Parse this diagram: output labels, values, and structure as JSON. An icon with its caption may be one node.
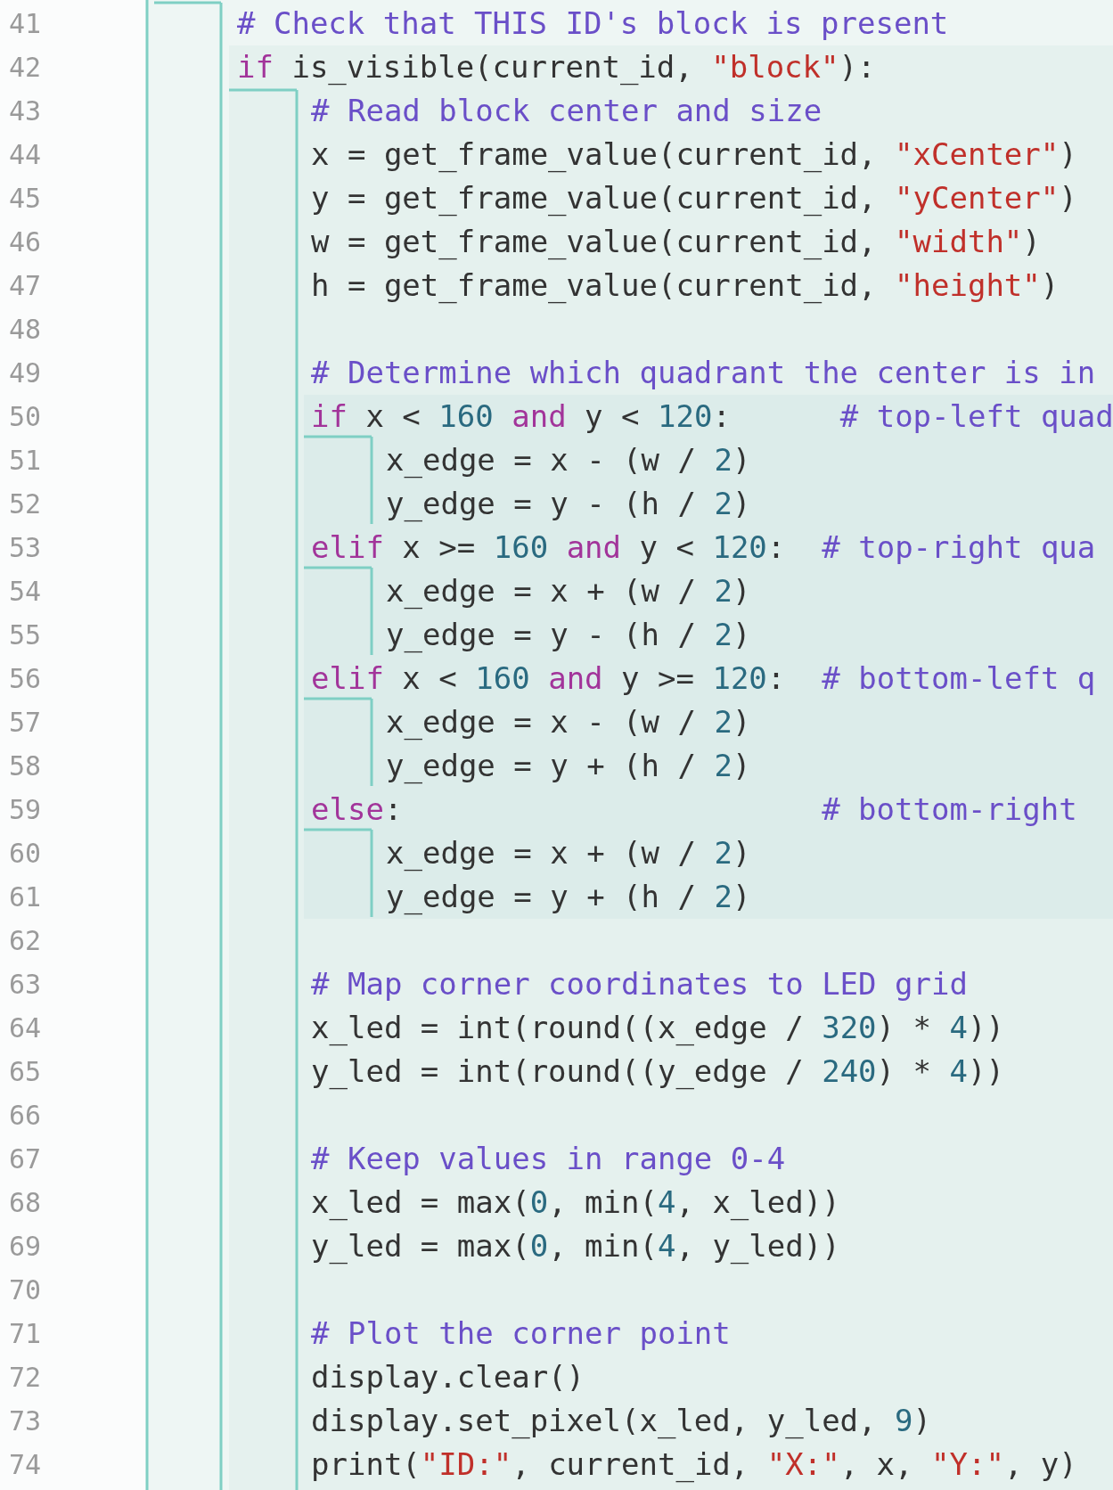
{
  "diagram": {
    "labels": [
      "41",
      "# Check that THIS ID's block is present",
      "42",
      "if is_visible(current_id, \"block\"):",
      "43",
      "# Read block center and size",
      "44",
      "x = get_frame_value(current_id, \"xCenter\")",
      "45",
      "y = get_frame_value(current_id, \"yCenter\")",
      "46",
      "w = get_frame_value(current_id, \"width\")",
      "47",
      "h = get_frame_value(current_id, \"height\")",
      "48",
      "49",
      "# Determine which quadrant the center is in",
      "50",
      "if x < 160 and y < 120:      # top-left quad",
      "51",
      "x_edge = x - (w / 2)",
      "52",
      "y_edge = y - (h / 2)",
      "53",
      "elif x >= 160 and y < 120:  # top-right qua",
      "54",
      "x_edge = x + (w / 2)",
      "55",
      "y_edge = y - (h / 2)",
      "56",
      "elif x < 160 and y >= 120:  # bottom-left q",
      "57",
      "x_edge = x - (w / 2)",
      "58",
      "y_edge = y + (h / 2)",
      "59",
      "else:                       # bottom-right",
      "60",
      "x_edge = x + (w / 2)",
      "61",
      "y_edge = y + (h / 2)",
      "62",
      "63",
      "# Map corner coordinates to LED grid",
      "64",
      "x_led = int(round((x_edge / 320) * 4))",
      "65",
      "y_led = int(round((y_edge / 240) * 4))",
      "66",
      "67",
      "# Keep values in range 0-4",
      "68",
      "x_led = max(0, min(4, x_led))",
      "69",
      "y_led = max(0, min(4, y_led))",
      "70",
      "71",
      "# Plot the corner point",
      "72",
      "display.clear()",
      "73",
      "display.set_pixel(x_led, y_led, 9)",
      "74",
      "print(\"ID:\", current_id, \"X:\", x, \"Y:\", y)"
    ]
  }
}
